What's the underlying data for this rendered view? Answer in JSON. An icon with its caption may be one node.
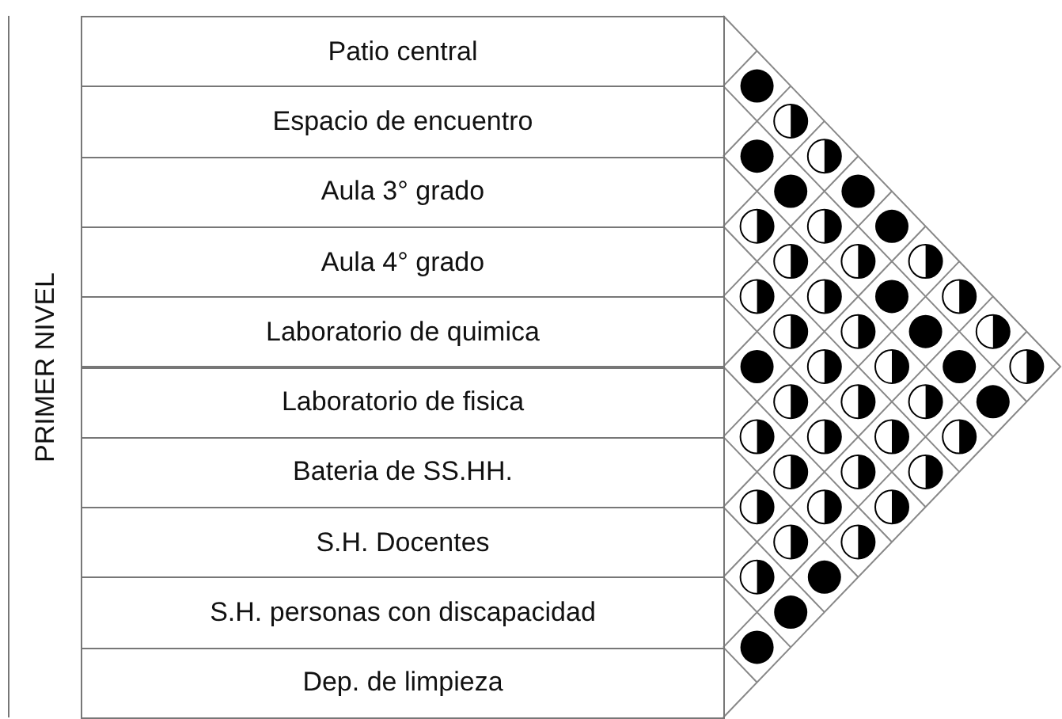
{
  "diagram": {
    "nodes": [
      {
        "text": [
          "PRIMER NIVEL"
        ]
      },
      {
        "text": [
          "Patio central"
        ],
        "in": 0
      },
      {
        "text": [
          "Espacio de encuentro"
        ],
        "in": 0
      },
      {
        "text": [
          "Aula 3° grado"
        ],
        "in": 0
      },
      {
        "text": [
          "Aula 4° grado"
        ],
        "in": 0
      },
      {
        "text": [
          "Laboratorio de quimica"
        ],
        "in": 0
      },
      {
        "text": [
          "Laboratorio de fisica"
        ],
        "in": 0
      },
      {
        "text": [
          "Bateria de SS.HH."
        ],
        "in": 0
      },
      {
        "text": [
          "S.H. Docentes"
        ],
        "in": 0
      },
      {
        "text": [
          "S.H. personas con discapacidad"
        ],
        "in": 0
      },
      {
        "text": [
          "Dep. de limpieza"
        ],
        "in": 0
      }
    ]
  }
}
